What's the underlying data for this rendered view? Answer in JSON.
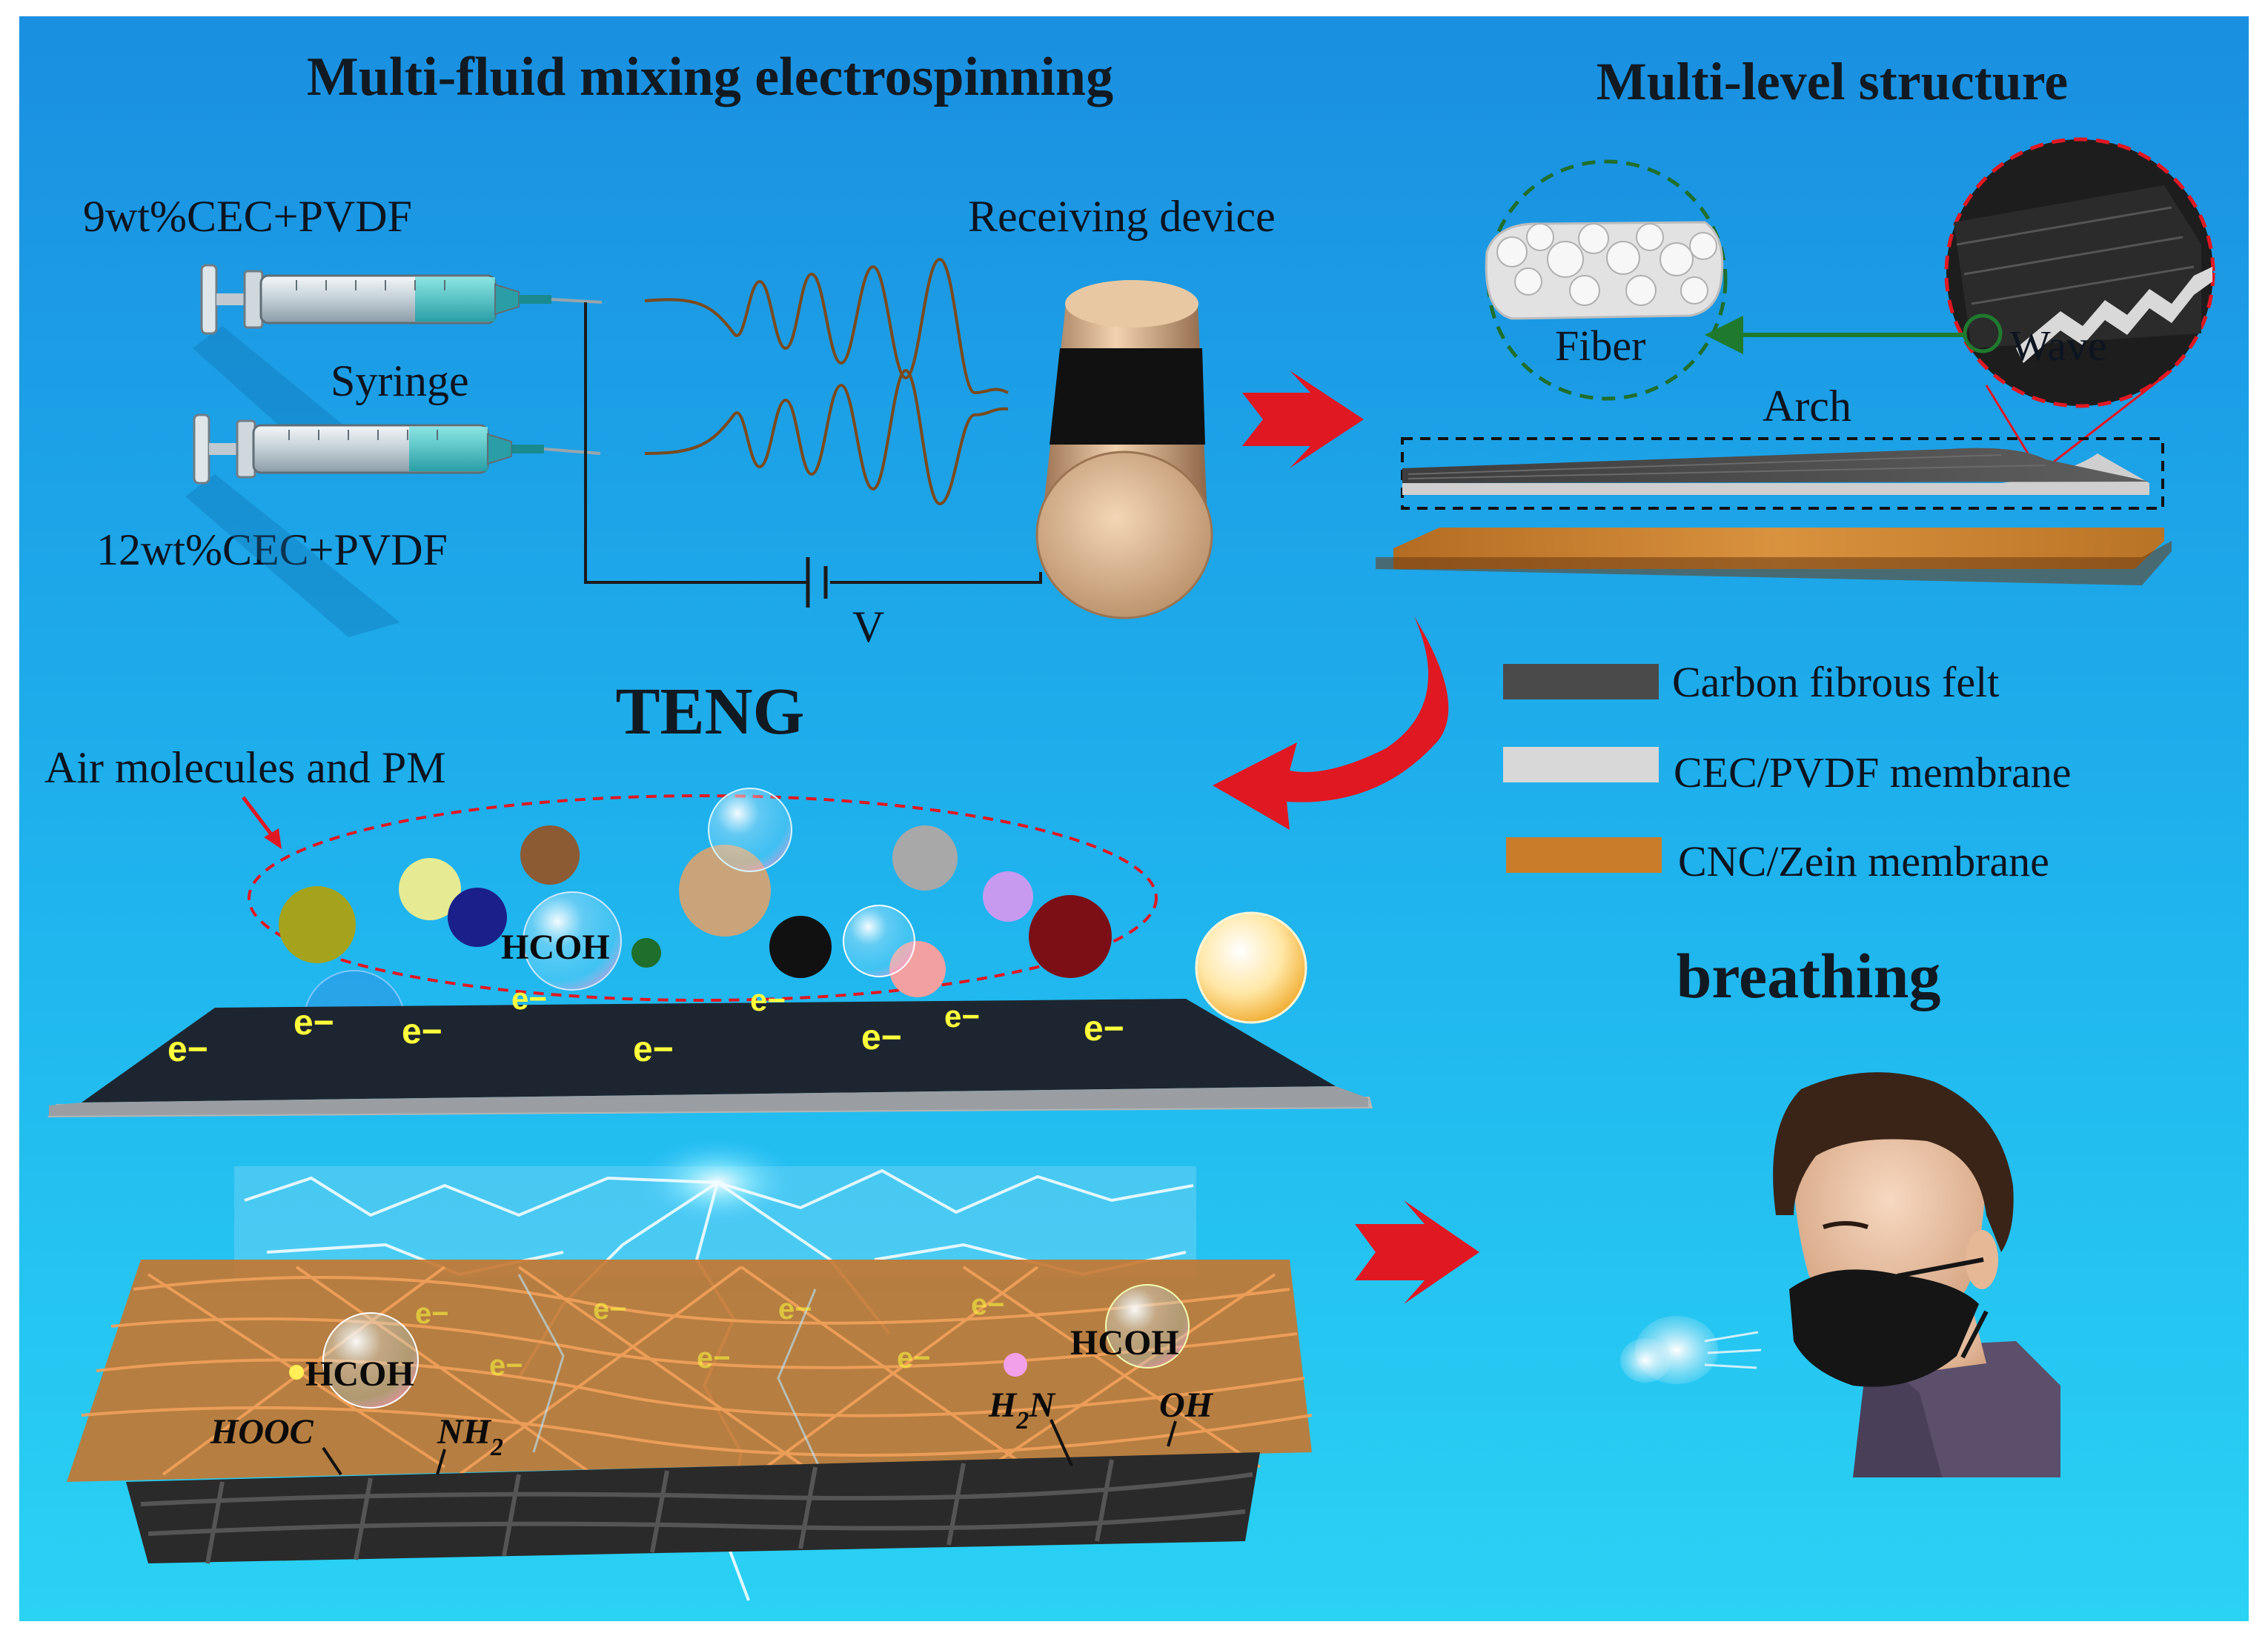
{
  "colors": {
    "background_top": "#1a8fe0",
    "background_bottom": "#23c8f0",
    "carbon_felt": "#4a4a4a",
    "cec_pvdf": "#d8d8d8",
    "cnc_zein": "#c97d2a",
    "arrow_red": "#e01822",
    "arrow_green": "#1f7a2e",
    "wave_trace": "#7a4a1e",
    "electron_text": "#ffff3c"
  },
  "headings": {
    "electrospinning": "Multi-fluid mixing electrospinning",
    "structure": "Multi-level structure",
    "teng": "TENG",
    "breathing": "breathing"
  },
  "electrospinning": {
    "syringe_top_label": "9wt%CEC+PVDF",
    "syringe_label": "Syringe",
    "syringe_bottom_label": "12wt%CEC+PVDF",
    "receiver_label": "Receiving device",
    "voltage_label": "V"
  },
  "structure": {
    "fiber_label": "Fiber",
    "wave_label": "Wave",
    "arch_label": "Arch"
  },
  "legend": [
    {
      "label": "Carbon fibrous felt",
      "color": "#4a4a4a"
    },
    {
      "label": "CEC/PVDF membrane",
      "color": "#d8d8d8"
    },
    {
      "label": "CNC/Zein membrane",
      "color": "#c97d2a"
    }
  ],
  "teng": {
    "air_label": "Air molecules and PM",
    "electron": "e−",
    "hcoh": "HCOH",
    "groups": {
      "hooc": "HOOC",
      "nh": "NH",
      "nh_sub": "2",
      "h": "H",
      "h_sub": "2",
      "n": "N",
      "oh": "OH"
    }
  },
  "icons": [
    "syringe-icon",
    "receiving-drum-icon",
    "battery-icon",
    "fiber-zoom-icon",
    "wave-zoom-icon",
    "person-mask-icon",
    "breath-puff-icon",
    "red-arrow-icon",
    "green-arrow-icon",
    "lightning-icon"
  ]
}
